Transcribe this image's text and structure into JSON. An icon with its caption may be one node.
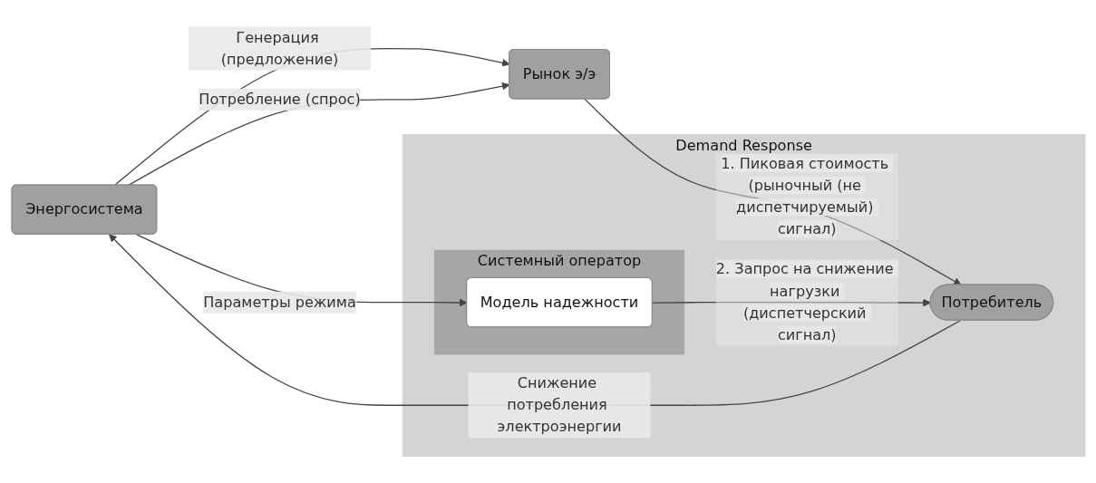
{
  "diagram": {
    "nodes": [
      {
        "text": [
          "Энергосистема"
        ]
      },
      {
        "text": [
          "Рынок э/э"
        ]
      },
      {
        "text": [
          "Demand Response"
        ]
      },
      {
        "text": [
          "Системный оператор"
        ],
        "in": 2
      },
      {
        "text": [
          "Модель надежности"
        ],
        "in": 3
      },
      {
        "text": [
          "Потребитель"
        ],
        "in": 2
      }
    ],
    "edges": [
      {
        "from": 0,
        "to": 1,
        "arrow": "to",
        "label": "Генерация (предложение)"
      },
      {
        "from": 0,
        "to": 1,
        "arrow": "to",
        "label": "Потребление (спрос)"
      },
      {
        "from": 1,
        "to": 5,
        "arrow": "to",
        "label": "1. Пиковая стоимость (рыночный (не диспетчируемый) сигнал)"
      },
      {
        "from": 0,
        "to": 4,
        "arrow": "to",
        "label": "Параметры режима"
      },
      {
        "from": 4,
        "to": 5,
        "arrow": "to",
        "label": "2. Запрос на снижение нагрузки (диспетчерский сигнал)"
      },
      {
        "from": 5,
        "to": 0,
        "arrow": "to",
        "label": "Снижение потребления электроэнергии"
      }
    ]
  }
}
